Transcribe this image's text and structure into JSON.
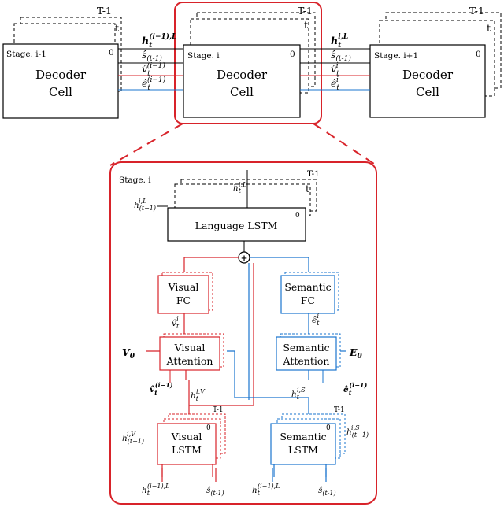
{
  "top": {
    "stage_prev": "Stage. i-1",
    "stage_cur": "Stage. i",
    "stage_next": "Stage. i+1",
    "cell_line1": "Decoder",
    "cell_line2": "Cell",
    "t_label": "t",
    "T_label": "T-1",
    "zero": "0",
    "sig_left": {
      "h": "h",
      "h_sub": "t",
      "h_sup": "(i−1),L",
      "s": "ŝ",
      "s_sub": "(t-1)",
      "v": "v̂",
      "v_sub": "t",
      "v_sup": "(i−1)",
      "e": "ê",
      "e_sub": "t",
      "e_sup": "(i−1)"
    },
    "sig_right": {
      "h": "h",
      "h_sub": "t",
      "h_sup": "i,L",
      "s": "ŝ",
      "s_sub": "(t-1)",
      "v": "v̂",
      "v_sub": "t",
      "v_sup": "i",
      "e": "ê",
      "e_sub": "t",
      "e_sup": "i"
    }
  },
  "detail": {
    "stage": "Stage. i",
    "T_label": "T-1",
    "t_label": "t",
    "zero": "0",
    "language_lstm": "Language LSTM",
    "h_top": "h",
    "h_top_sub": "t",
    "h_top_sup": "i,L",
    "h_prev": "h",
    "h_prev_sub": "(t−1)",
    "h_prev_sup": "i,L",
    "plus": "+",
    "visual_fc_1": "Visual",
    "visual_fc_2": "FC",
    "semantic_fc_1": "Semantic",
    "semantic_fc_2": "FC",
    "v_hat": "v̂",
    "v_hat_sub": "t",
    "v_hat_sup": "i",
    "e_hat": "ê",
    "e_hat_sub": "t",
    "e_hat_sup": "i",
    "visual_att_1": "Visual",
    "visual_att_2": "Attention",
    "semantic_att_1": "Semantic",
    "semantic_att_2": "Attention",
    "V0": "V",
    "V0_sub": "0",
    "E0": "E",
    "E0_sub": "0",
    "v_in": "v̂",
    "v_in_sub": "t",
    "v_in_sup": "(i−1)",
    "e_in": "ê",
    "e_in_sub": "t",
    "e_in_sup": "(i−1)",
    "hV": "h",
    "hV_sub": "t",
    "hV_sup": "i,V",
    "hS": "h",
    "hS_sub": "t",
    "hS_sup": "i,S",
    "visual_lstm_1": "Visual",
    "visual_lstm_2": "LSTM",
    "semantic_lstm_1": "Semantic",
    "semantic_lstm_2": "LSTM",
    "hV_prev": "h",
    "hV_prev_sub": "(t−1)",
    "hV_prev_sup": "i,V",
    "hS_prev": "h",
    "hS_prev_sub": "(t−1)",
    "hS_prev_sup": "i,S",
    "bottom_h": "h",
    "bottom_h_sub": "t",
    "bottom_h_sup": "(i−1),L",
    "bottom_s": "ŝ",
    "bottom_s_sub": "(t-1)"
  },
  "colors": {
    "red": "#d8232a",
    "blue": "#1a75cf",
    "black": "#000000"
  }
}
